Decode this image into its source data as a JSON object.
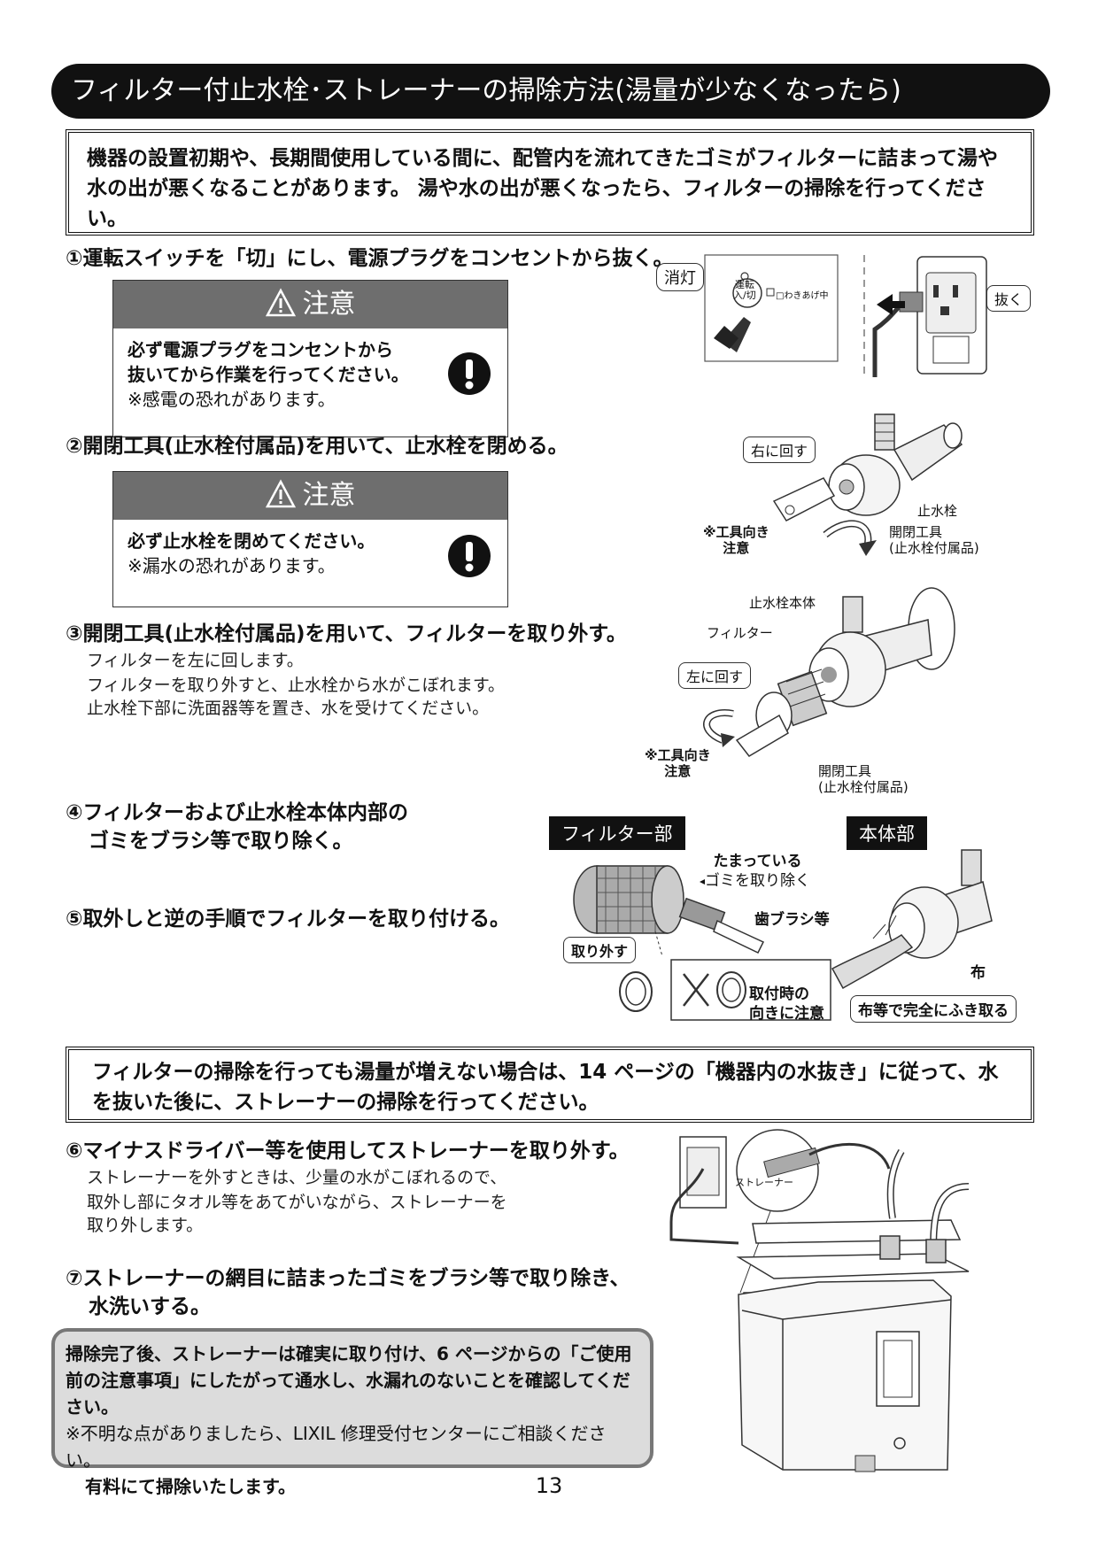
{
  "title": "フィルター付止水栓･ストレーナーの掃除方法(湯量が少なくなったら)",
  "intro": "機器の設置初期や、長期間使用している間に、配管内を流れてきたゴミがフィルターに詰まって湯や水の出が悪くなることがあります。 湯や水の出が悪くなったら、フィルターの掃除を行ってください。",
  "steps": {
    "s1": "①運転スイッチを「切」にし、電源プラグをコンセントから抜く。",
    "s2": "②開閉工具(止水栓付属品)を用いて、止水栓を閉める。",
    "s3": "③開閉工具(止水栓付属品)を用いて、フィルターを取り外す。",
    "s3_sub1": "フィルターを左に回します。",
    "s3_sub2": "フィルターを取り外すと、止水栓から水がこぼれます。",
    "s3_sub3": "止水栓下部に洗面器等を置き、水を受けてください。",
    "s4_l1": "④フィルターおよび止水栓本体内部の",
    "s4_l2": "ゴミをブラシ等で取り除く。",
    "s5": "⑤取外しと逆の手順でフィルターを取り付ける。",
    "s6": "⑥マイナスドライバー等を使用してストレーナーを取り外す。",
    "s6_sub1": "ストレーナーを外すときは、少量の水がこぼれるので、",
    "s6_sub2": "取外し部にタオル等をあてがいながら、ストレーナーを",
    "s6_sub3": "取り外します。",
    "s7_l1": "⑦ストレーナーの網目に詰まったゴミをブラシ等で取り除き、",
    "s7_l2": "水洗いする。"
  },
  "caution1": {
    "head": "注意",
    "line1": "必ず電源プラグをコンセントから",
    "line2": "抜いてから作業を行ってください。",
    "line3": "※感電の恐れがあります。"
  },
  "caution2": {
    "head": "注意",
    "line1": "必ず止水栓を閉めてください。",
    "line2": "※漏水の恐れがあります。"
  },
  "fig1": {
    "off_label": "消灯",
    "switch_l1": "運転",
    "switch_l2": "入/切",
    "boiling": "□わきあげ中",
    "pull_label": "抜く"
  },
  "fig2": {
    "turn_right": "右に回す",
    "valve": "止水栓",
    "tool": "開閉工具",
    "tool_note": "(止水栓付属品)",
    "direction_l1": "※工具向き",
    "direction_l2": "注意"
  },
  "fig3": {
    "valve_body": "止水栓本体",
    "filter": "フィルター",
    "turn_left": "左に回す",
    "direction_l1": "※工具向き",
    "direction_l2": "注意",
    "tool": "開閉工具",
    "tool_note": "(止水栓付属品)"
  },
  "fig4": {
    "filter_part": "フィルター部",
    "body_part": "本体部",
    "dirt_l1": "たまっている",
    "dirt_l2": "ゴミを取り除く",
    "toothbrush": "歯ブラシ等",
    "remove": "取り外す",
    "install_l1": "取付時の",
    "install_l2": "向きに注意",
    "cloth": "布",
    "wipe": "布等で完全にふき取る"
  },
  "note": "フィルターの掃除を行っても湯量が増えない場合は、14 ページの「機器内の水抜き」に従って、水を抜いた後に、ストレーナーの掃除を行ってください。",
  "fig5": {
    "strainer": "ストレーナー"
  },
  "final": {
    "line1": "掃除完了後、ストレーナーは確実に取り付け、6 ページからの「ご使用前の注意事項」にしたがって通水し、水漏れのないことを確認してください。",
    "line2": "※不明な点がありましたら、LIXIL 修理受付センターにご相談ください。",
    "line3": "有料にて掃除いたします。"
  },
  "page_number": "13"
}
